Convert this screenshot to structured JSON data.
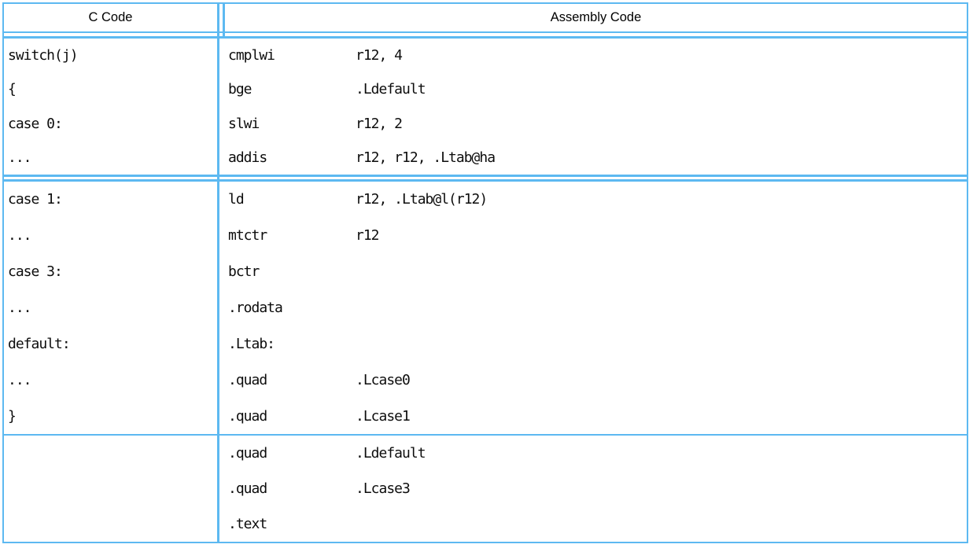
{
  "colors": {
    "rule_blue": "#5db9f1",
    "text": "#0d0d0d",
    "background": "#ffffff"
  },
  "table": {
    "header": {
      "c_col": "C Code",
      "asm_col": "Assembly Code"
    },
    "groups": [
      {
        "c_lines": [
          "switch(j)",
          "{",
          "case 0:",
          "..."
        ],
        "asm_lines": [
          {
            "mn": "cmplwi",
            "op": "r12, 4"
          },
          {
            "mn": "bge",
            "op": ".Ldefault"
          },
          {
            "mn": "slwi",
            "op": "r12, 2"
          },
          {
            "mn": "addis",
            "op": "r12, r12, .Ltab@ha"
          }
        ]
      },
      {
        "c_lines": [
          "case 1:",
          "...",
          "case 3:",
          "...",
          "default:",
          "...",
          "}"
        ],
        "asm_lines": [
          {
            "mn": "ld",
            "op": "r12, .Ltab@l(r12)"
          },
          {
            "mn": "mtctr",
            "op": "r12"
          },
          {
            "mn": "bctr",
            "op": ""
          },
          {
            "mn": ".rodata",
            "op": ""
          },
          {
            "mn": ".Ltab:",
            "op": ""
          },
          {
            "mn": ".quad",
            "op": ".Lcase0"
          },
          {
            "mn": ".quad",
            "op": ".Lcase1"
          }
        ]
      },
      {
        "c_lines": [],
        "asm_lines": [
          {
            "mn": ".quad",
            "op": ".Ldefault"
          },
          {
            "mn": ".quad",
            "op": ".Lcase3"
          },
          {
            "mn": ".text",
            "op": ""
          }
        ]
      }
    ]
  }
}
